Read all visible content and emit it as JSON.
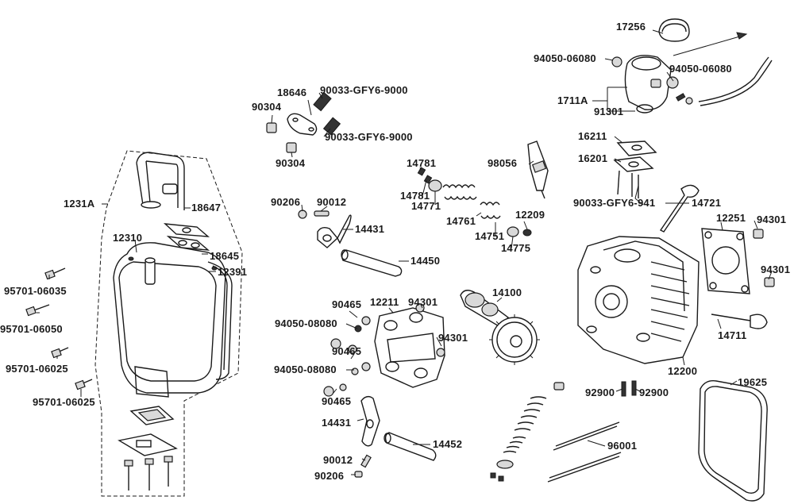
{
  "parts": {
    "p17256": "17256",
    "p94050_06080_a": "94050-06080",
    "p94050_06080_b": "94050-06080",
    "p1711A": "1711A",
    "p91301": "91301",
    "p18646": "18646",
    "p90033_gfy6_9000_a": "90033-GFY6-9000",
    "p90304_a": "90304",
    "p90033_gfy6_9000_b": "90033-GFY6-9000",
    "p90304_b": "90304",
    "p16211": "16211",
    "p16201": "16201",
    "p14781_a": "14781",
    "p98056": "98056",
    "p14781_b": "14781",
    "p14771": "14771",
    "p1231A": "1231A",
    "p12310": "12310",
    "p18647": "18647",
    "p90206_a": "90206",
    "p90012_a": "90012",
    "p14761": "14761",
    "p12209": "12209",
    "p90033_gfy6_941": "90033-GFY6-941",
    "p14721": "14721",
    "p14751": "14751",
    "p14431_a": "14431",
    "p12251": "12251",
    "p94301_a": "94301",
    "p18645": "18645",
    "p14775": "14775",
    "p14450": "14450",
    "p12391": "12391",
    "p95701_06035": "95701-06035",
    "p94301_b": "94301",
    "p14100": "14100",
    "p90465_a": "90465",
    "p12211": "12211",
    "p94301_c": "94301",
    "p95701_06050": "95701-06050",
    "p94050_08080_a": "94050-08080",
    "p94301_d": "94301",
    "p14711": "14711",
    "p90465_b": "90465",
    "p95701_06025_a": "95701-06025",
    "p94050_08080_b": "94050-08080",
    "p12200": "12200",
    "p19625": "19625",
    "p92900_a": "92900",
    "p92900_b": "92900",
    "p90465_c": "90465",
    "p95701_06025_b": "95701-06025",
    "p14431_b": "14431",
    "p96001": "96001",
    "p14452": "14452",
    "p90012_b": "90012",
    "p90206_b": "90206"
  }
}
